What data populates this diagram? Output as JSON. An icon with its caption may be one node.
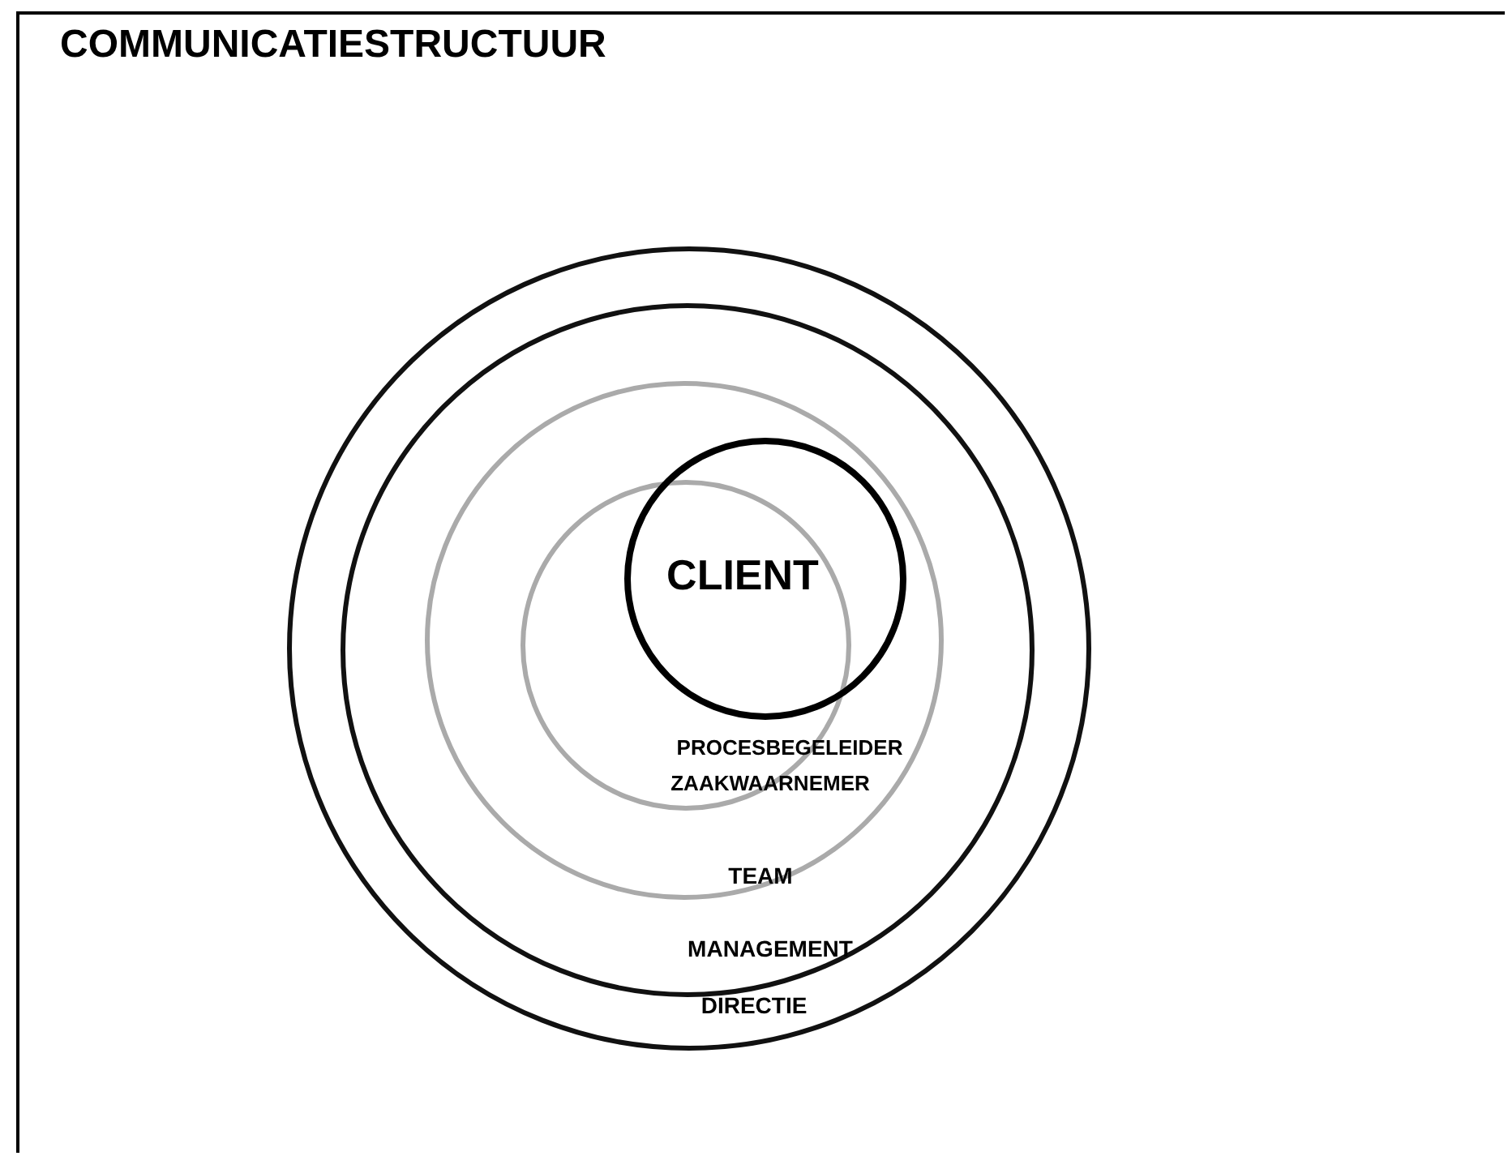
{
  "diagram": {
    "title": "COMMUNICATIESTRUCTUUR",
    "nodes": [
      {
        "text": [
          "DIRECTIE"
        ]
      },
      {
        "text": [
          "MANAGEMENT"
        ],
        "in": 0
      },
      {
        "text": [
          "TEAM"
        ],
        "in": 1
      },
      {
        "text": [
          "PROCESBEGELEIDER",
          "ZAAKWAARNEMER"
        ],
        "in": 2
      },
      {
        "text": [
          "CLIENT"
        ],
        "in": 2
      }
    ]
  }
}
